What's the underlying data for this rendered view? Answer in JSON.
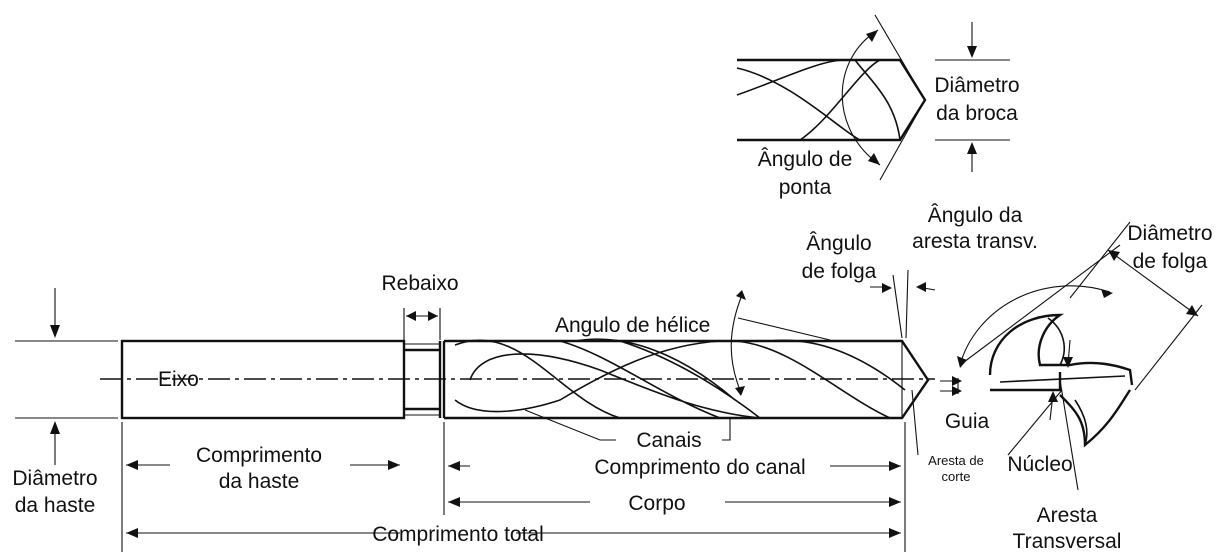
{
  "labels": {
    "rebaixo": "Rebaixo",
    "eixo": "Eixo",
    "angulo_helice": "Angulo de hélice",
    "canais": "Canais",
    "comprimento_canal": "Comprimento do canal",
    "corpo": "Corpo",
    "comprimento_total": "Comprimento total",
    "comprimento_haste_1": "Comprimento",
    "comprimento_haste_2": "da haste",
    "diametro_haste_1": "Diâmetro",
    "diametro_haste_2": "da haste",
    "angulo_folga_1": "Ângulo",
    "angulo_folga_2": "de folga",
    "angulo_aresta_1": "Ângulo da",
    "angulo_aresta_2": "aresta transv.",
    "diametro_folga_1": "Diâmetro",
    "diametro_folga_2": "de folga",
    "guia": "Guia",
    "aresta_corte_1": "Aresta de",
    "aresta_corte_2": "corte",
    "nucleo": "Núcleo",
    "aresta_transversal_1": "Aresta",
    "aresta_transversal_2": "Transversal",
    "diametro_broca_1": "Diâmetro",
    "diametro_broca_2": "da broca",
    "angulo_ponta_1": "Ângulo de",
    "angulo_ponta_2": "ponta"
  }
}
